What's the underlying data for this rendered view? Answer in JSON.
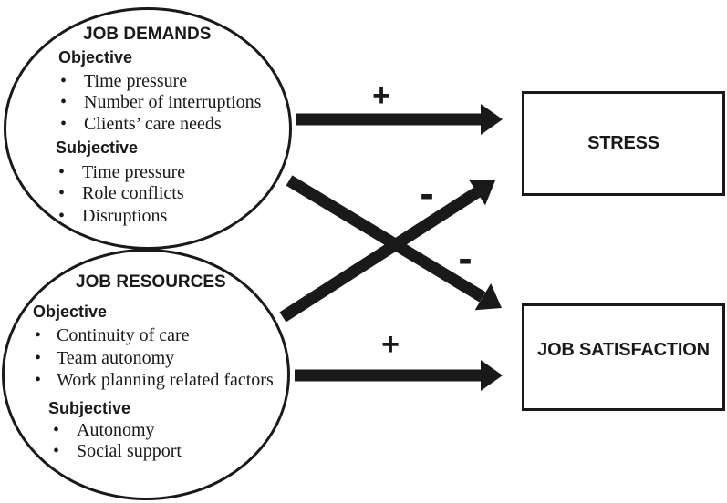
{
  "diagram": {
    "bullet_glyph": "•",
    "demands": {
      "title": "JOB DEMANDS",
      "objective_label": "Objective",
      "objective_items": [
        "Time pressure",
        "Number of interruptions",
        "Clients’ care needs"
      ],
      "subjective_label": "Subjective",
      "subjective_items": [
        "Time pressure",
        "Role conflicts",
        "Disruptions"
      ]
    },
    "resources": {
      "title": "JOB RESOURCES",
      "objective_label": "Objective",
      "objective_items": [
        "Continuity of care",
        "Team autonomy",
        "Work planning related factors"
      ],
      "subjective_label": "Subjective",
      "subjective_items": [
        "Autonomy",
        "Social support"
      ]
    },
    "outcomes": {
      "stress": "STRESS",
      "satisfaction": "JOB SATISFACTION"
    },
    "relations": [
      {
        "from": "JOB DEMANDS",
        "to": "STRESS",
        "sign": "+"
      },
      {
        "from": "JOB DEMANDS",
        "to": "JOB SATISFACTION",
        "sign": "-"
      },
      {
        "from": "JOB RESOURCES",
        "to": "STRESS",
        "sign": "-"
      },
      {
        "from": "JOB RESOURCES",
        "to": "JOB SATISFACTION",
        "sign": "+"
      }
    ],
    "colors": {
      "ink": "#191919",
      "background": "#ffffff"
    }
  }
}
